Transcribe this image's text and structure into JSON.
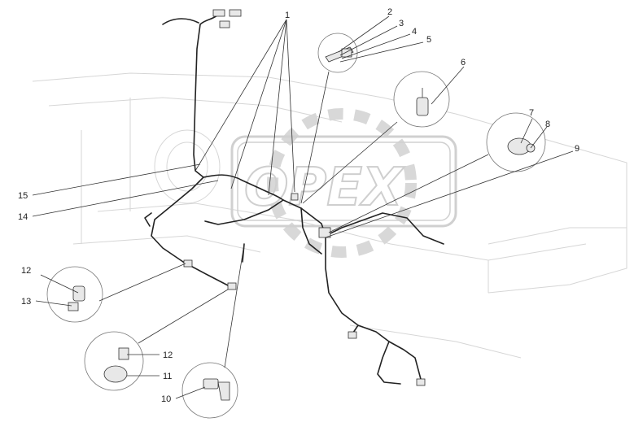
{
  "watermark": {
    "text": "OPEX"
  },
  "callouts": {
    "c1": "1",
    "c2": "2",
    "c3": "3",
    "c4": "4",
    "c5": "5",
    "c6": "6",
    "c7": "7",
    "c8": "8",
    "c9": "9",
    "c10": "10",
    "c11": "11",
    "c12a": "12",
    "c12b": "12",
    "c13": "13",
    "c14": "14",
    "c15": "15"
  },
  "colors": {
    "line": "#222222",
    "ghost": "#d6d6d6",
    "watermark": "#cfcfcf"
  }
}
